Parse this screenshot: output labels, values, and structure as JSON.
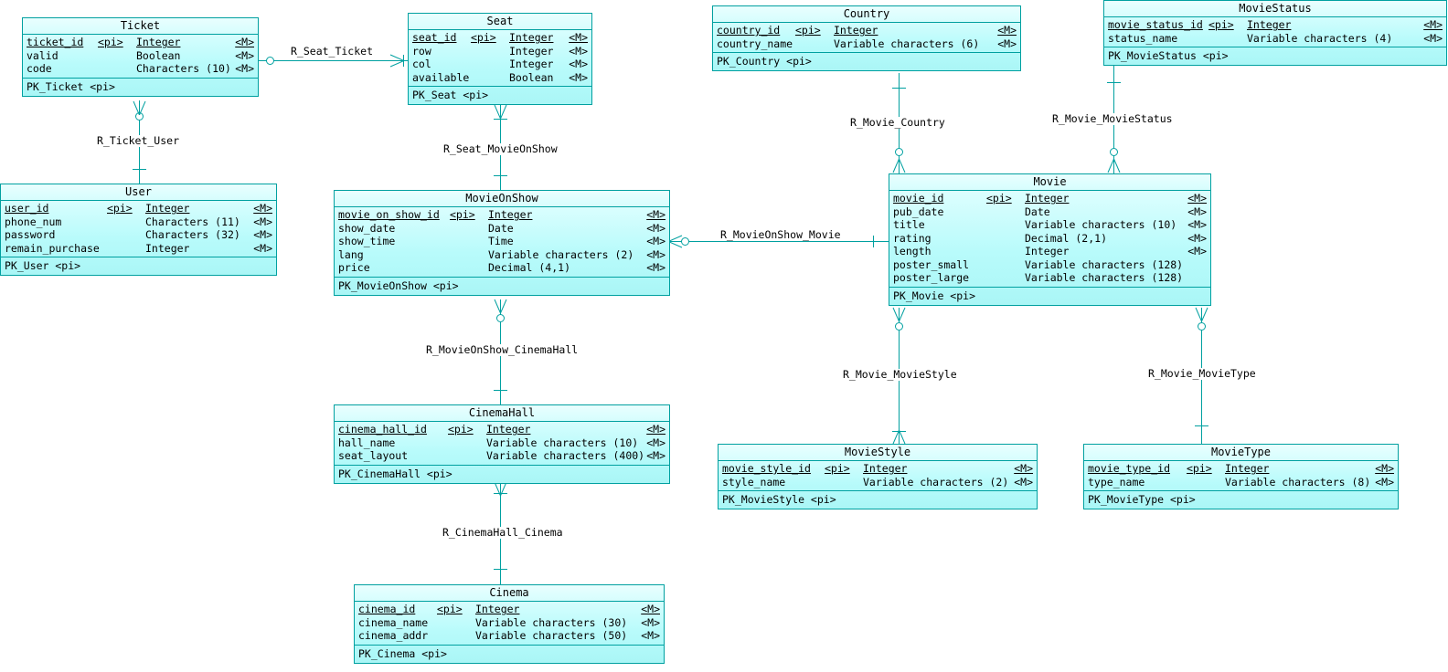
{
  "diagram": {
    "type": "entity-relationship-diagram",
    "notation": "crow's-foot (PowerDesigner CDM)",
    "accent_color": "#00a0a0",
    "entity_fill": "#b8fbfb",
    "background": "#ffffff"
  },
  "entities": [
    {
      "id": "ticket",
      "name": "Ticket",
      "pk": "PK_Ticket <pi>",
      "attributes": [
        {
          "name": "ticket_id",
          "pi": "<pi>",
          "type": "Integer",
          "m": "<M>",
          "key": true
        },
        {
          "name": "valid",
          "pi": "",
          "type": "Boolean",
          "m": "<M>",
          "key": false
        },
        {
          "name": "code",
          "pi": "",
          "type": "Characters (10)",
          "m": "<M>",
          "key": false
        }
      ]
    },
    {
      "id": "seat",
      "name": "Seat",
      "pk": "PK_Seat <pi>",
      "attributes": [
        {
          "name": "seat_id",
          "pi": "<pi>",
          "type": "Integer",
          "m": "<M>",
          "key": true
        },
        {
          "name": "row",
          "pi": "",
          "type": "Integer",
          "m": "<M>",
          "key": false
        },
        {
          "name": "col",
          "pi": "",
          "type": "Integer",
          "m": "<M>",
          "key": false
        },
        {
          "name": "available",
          "pi": "",
          "type": "Boolean",
          "m": "<M>",
          "key": false
        }
      ]
    },
    {
      "id": "country",
      "name": "Country",
      "pk": "PK_Country <pi>",
      "attributes": [
        {
          "name": "country_id",
          "pi": "<pi>",
          "type": "Integer",
          "m": "<M>",
          "key": true
        },
        {
          "name": "country_name",
          "pi": "",
          "type": "Variable characters (6)",
          "m": "<M>",
          "key": false
        }
      ]
    },
    {
      "id": "moviestatus",
      "name": "MovieStatus",
      "pk": "PK_MovieStatus <pi>",
      "attributes": [
        {
          "name": "movie_status_id",
          "pi": "<pi>",
          "type": "Integer",
          "m": "<M>",
          "key": true
        },
        {
          "name": "status_name",
          "pi": "",
          "type": "Variable characters (4)",
          "m": "<M>",
          "key": false
        }
      ]
    },
    {
      "id": "user",
      "name": "User",
      "pk": "PK_User <pi>",
      "attributes": [
        {
          "name": "user_id",
          "pi": "<pi>",
          "type": "Integer",
          "m": "<M>",
          "key": true
        },
        {
          "name": "phone_num",
          "pi": "",
          "type": "Characters (11)",
          "m": "<M>",
          "key": false
        },
        {
          "name": "password",
          "pi": "",
          "type": "Characters (32)",
          "m": "<M>",
          "key": false
        },
        {
          "name": "remain_purchase",
          "pi": "",
          "type": "Integer",
          "m": "<M>",
          "key": false
        }
      ]
    },
    {
      "id": "movieonshow",
      "name": "MovieOnShow",
      "pk": "PK_MovieOnShow <pi>",
      "attributes": [
        {
          "name": "movie_on_show_id",
          "pi": "<pi>",
          "type": "Integer",
          "m": "<M>",
          "key": true
        },
        {
          "name": "show_date",
          "pi": "",
          "type": "Date",
          "m": "<M>",
          "key": false
        },
        {
          "name": "show_time",
          "pi": "",
          "type": "Time",
          "m": "<M>",
          "key": false
        },
        {
          "name": "lang",
          "pi": "",
          "type": "Variable characters (2)",
          "m": "<M>",
          "key": false
        },
        {
          "name": "price",
          "pi": "",
          "type": "Decimal (4,1)",
          "m": "<M>",
          "key": false
        }
      ]
    },
    {
      "id": "movie",
      "name": "Movie",
      "pk": "PK_Movie <pi>",
      "attributes": [
        {
          "name": "movie_id",
          "pi": "<pi>",
          "type": "Integer",
          "m": "<M>",
          "key": true
        },
        {
          "name": "pub_date",
          "pi": "",
          "type": "Date",
          "m": "<M>",
          "key": false
        },
        {
          "name": "title",
          "pi": "",
          "type": "Variable characters (10)",
          "m": "<M>",
          "key": false
        },
        {
          "name": "rating",
          "pi": "",
          "type": "Decimal (2,1)",
          "m": "<M>",
          "key": false
        },
        {
          "name": "length",
          "pi": "",
          "type": "Integer",
          "m": "<M>",
          "key": false
        },
        {
          "name": "poster_small",
          "pi": "",
          "type": "Variable characters (128)",
          "m": "",
          "key": false
        },
        {
          "name": "poster_large",
          "pi": "",
          "type": "Variable characters (128)",
          "m": "",
          "key": false
        }
      ]
    },
    {
      "id": "cinemahall",
      "name": "CinemaHall",
      "pk": "PK_CinemaHall <pi>",
      "attributes": [
        {
          "name": "cinema_hall_id",
          "pi": "<pi>",
          "type": "Integer",
          "m": "<M>",
          "key": true
        },
        {
          "name": "hall_name",
          "pi": "",
          "type": "Variable characters (10)",
          "m": "<M>",
          "key": false
        },
        {
          "name": "seat_layout",
          "pi": "",
          "type": "Variable characters (400)",
          "m": "<M>",
          "key": false
        }
      ]
    },
    {
      "id": "moviestyle",
      "name": "MovieStyle",
      "pk": "PK_MovieStyle <pi>",
      "attributes": [
        {
          "name": "movie_style_id",
          "pi": "<pi>",
          "type": "Integer",
          "m": "<M>",
          "key": true
        },
        {
          "name": "style_name",
          "pi": "",
          "type": "Variable characters (2)",
          "m": "<M>",
          "key": false
        }
      ]
    },
    {
      "id": "movietype",
      "name": "MovieType",
      "pk": "PK_MovieType <pi>",
      "attributes": [
        {
          "name": "movie_type_id",
          "pi": "<pi>",
          "type": "Integer",
          "m": "<M>",
          "key": true
        },
        {
          "name": "type_name",
          "pi": "",
          "type": "Variable characters (8)",
          "m": "<M>",
          "key": false
        }
      ]
    },
    {
      "id": "cinema",
      "name": "Cinema",
      "pk": "PK_Cinema <pi>",
      "attributes": [
        {
          "name": "cinema_id",
          "pi": "<pi>",
          "type": "Integer",
          "m": "<M>",
          "key": true
        },
        {
          "name": "cinema_name",
          "pi": "",
          "type": "Variable characters (30)",
          "m": "<M>",
          "key": false
        },
        {
          "name": "cinema_addr",
          "pi": "",
          "type": "Variable characters (50)",
          "m": "<M>",
          "key": false
        }
      ]
    }
  ],
  "relationships": [
    {
      "id": "r_seat_ticket",
      "label": "R_Seat_Ticket",
      "from": "ticket",
      "to": "seat"
    },
    {
      "id": "r_ticket_user",
      "label": "R_Ticket_User",
      "from": "ticket",
      "to": "user"
    },
    {
      "id": "r_seat_movieonshow",
      "label": "R_Seat_MovieOnShow",
      "from": "seat",
      "to": "movieonshow"
    },
    {
      "id": "r_movie_country",
      "label": "R_Movie_Country",
      "from": "country",
      "to": "movie"
    },
    {
      "id": "r_movie_moviestatus",
      "label": "R_Movie_MovieStatus",
      "from": "moviestatus",
      "to": "movie"
    },
    {
      "id": "r_movieonshow_movie",
      "label": "R_MovieOnShow_Movie",
      "from": "movieonshow",
      "to": "movie"
    },
    {
      "id": "r_movieonshow_cinemahall",
      "label": "R_MovieOnShow_CinemaHall",
      "from": "movieonshow",
      "to": "cinemahall"
    },
    {
      "id": "r_movie_moviestyle",
      "label": "R_Movie_MovieStyle",
      "from": "movie",
      "to": "moviestyle"
    },
    {
      "id": "r_movie_movietype",
      "label": "R_Movie_MovieType",
      "from": "movie",
      "to": "movietype"
    },
    {
      "id": "r_cinemahall_cinema",
      "label": "R_CinemaHall_Cinema",
      "from": "cinemahall",
      "to": "cinema"
    }
  ]
}
